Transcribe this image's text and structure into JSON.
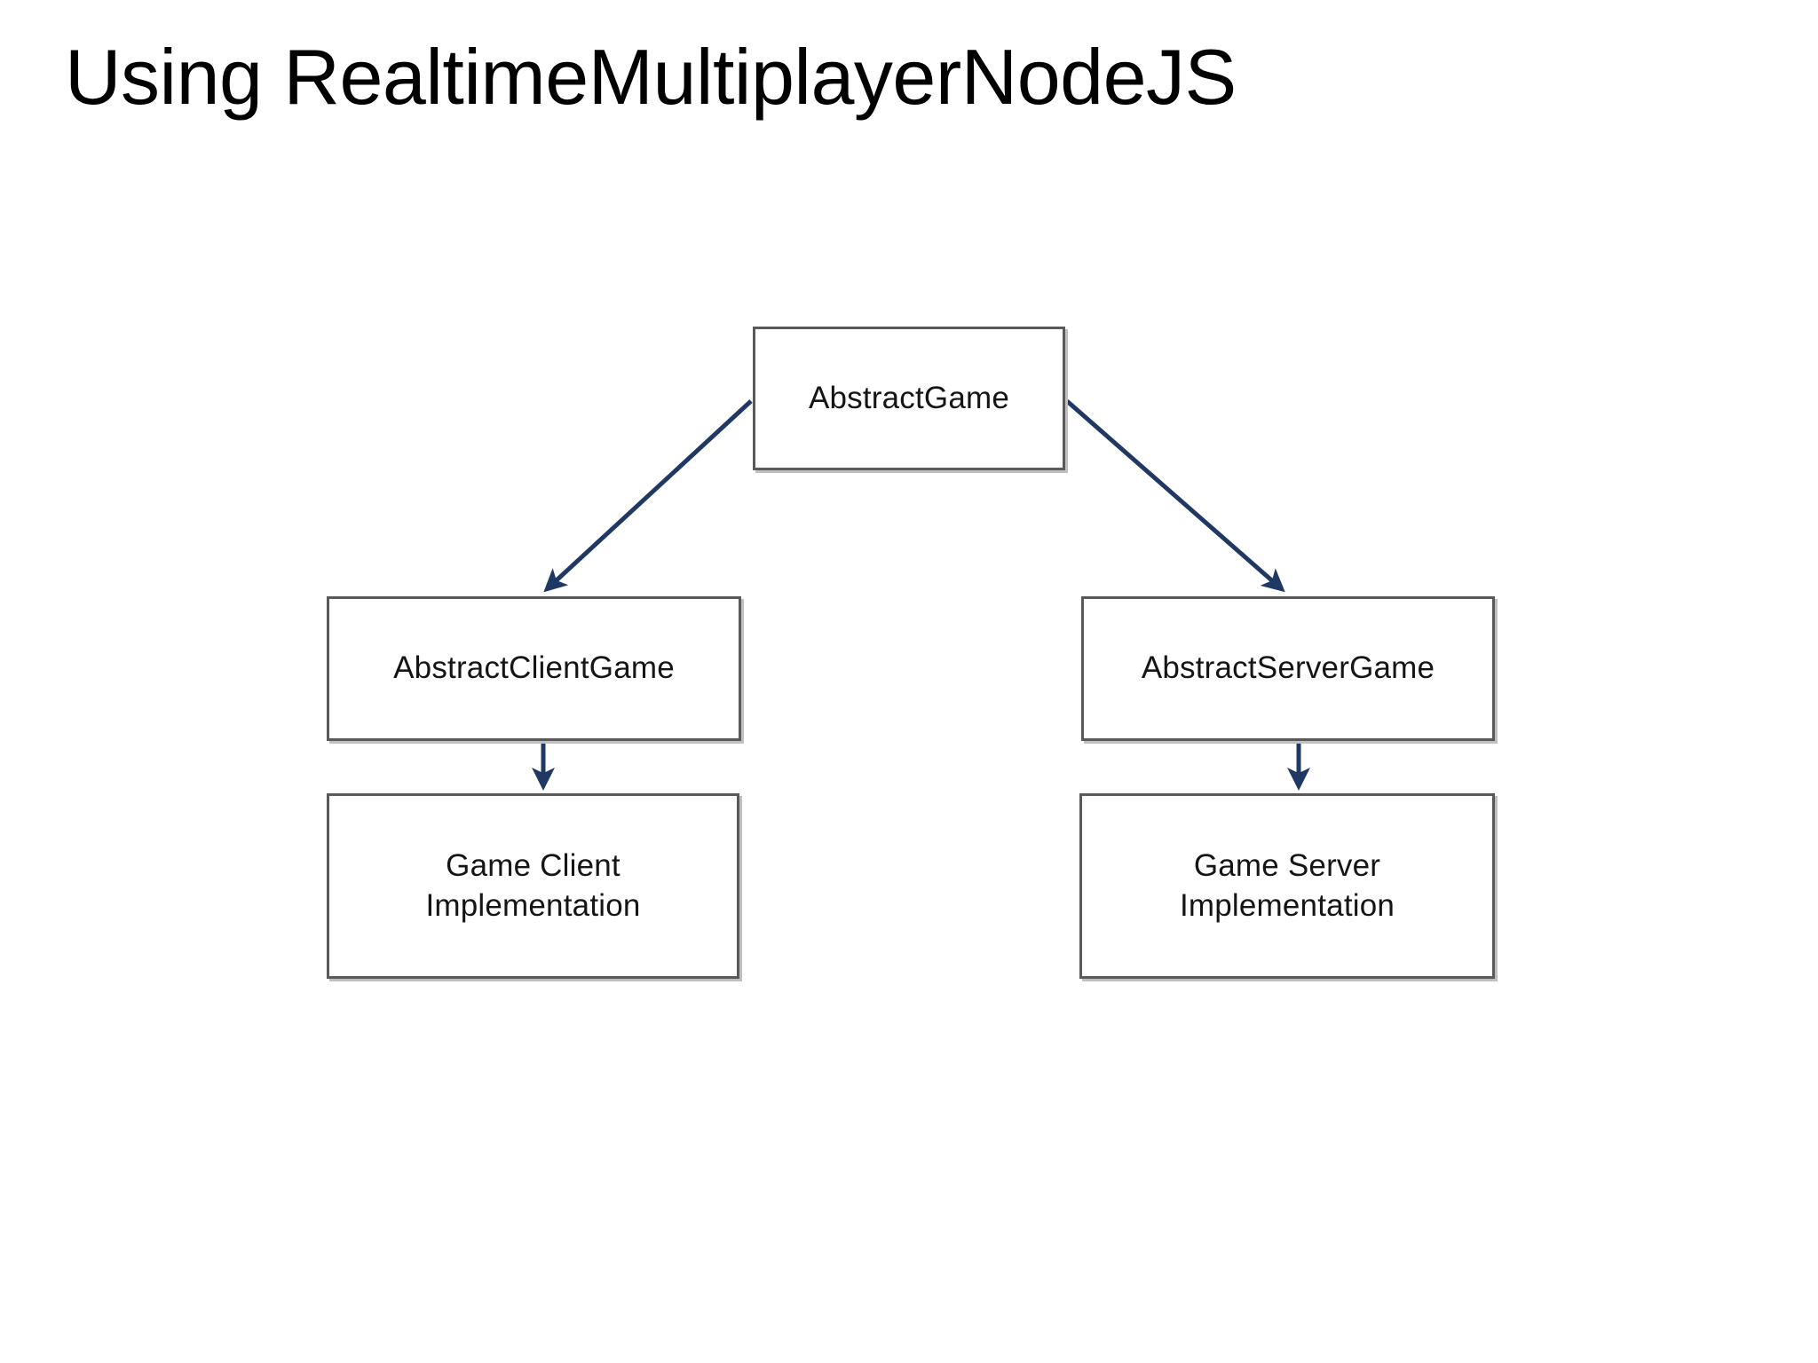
{
  "slide": {
    "title": "Using RealtimeMultiplayerNodeJS",
    "background_color": "#ffffff"
  },
  "diagram": {
    "type": "class-hierarchy",
    "box_border_color": "#595959",
    "box_fill_color": "#ffffff",
    "box_shadow_color": "#bfbfbf",
    "arrow_color": "#1f3864",
    "text_color": "#151515",
    "nodes": [
      {
        "id": "abstract-game",
        "label": "AbstractGame"
      },
      {
        "id": "abstract-client",
        "label": "AbstractClientGame"
      },
      {
        "id": "abstract-server",
        "label": "AbstractServerGame"
      },
      {
        "id": "game-client-impl",
        "label": "Game Client\nImplementation"
      },
      {
        "id": "game-server-impl",
        "label": "Game Server\nImplementation"
      }
    ],
    "edges": [
      {
        "from": "abstract-game",
        "to": "abstract-client",
        "style": "diagonal-arrow"
      },
      {
        "from": "abstract-game",
        "to": "abstract-server",
        "style": "diagonal-arrow"
      },
      {
        "from": "abstract-client",
        "to": "game-client-impl",
        "style": "vertical-arrow"
      },
      {
        "from": "abstract-server",
        "to": "game-server-impl",
        "style": "vertical-arrow"
      }
    ]
  }
}
